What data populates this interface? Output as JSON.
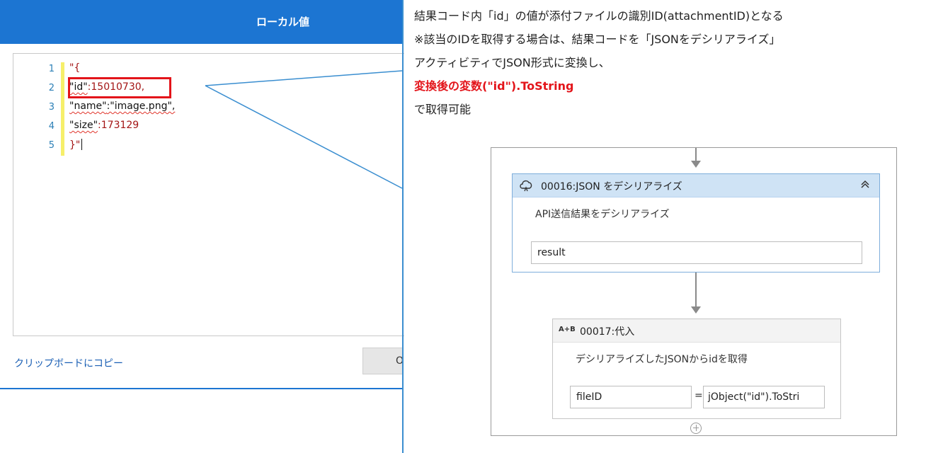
{
  "dialog": {
    "title": "ローカル値",
    "code_lines": [
      {
        "num": "1",
        "text": "\"{"
      },
      {
        "num": "2",
        "key": "\"id\"",
        "rest": ":15010730,"
      },
      {
        "num": "3",
        "key": "\"name\"",
        "rest": ":\"image.png\","
      },
      {
        "num": "4",
        "key": "\"size\"",
        "rest": ":173129"
      },
      {
        "num": "5",
        "text": "}\""
      }
    ],
    "copy_link": "クリップボードにコピー",
    "button_label": "OK"
  },
  "notes": {
    "line1": "結果コード内「id」の値が添付ファイルの識別ID(attachmentID)となる",
    "line2": "※該当のIDを取得する場合は、結果コードを「JSONをデシリアライズ」",
    "line3": "アクティビティでJSON形式に変換し、",
    "line4": "変換後の変数(\"id\").ToString",
    "line5": "で取得可能"
  },
  "workflow": {
    "activity1": {
      "title": "00016:JSON をデシリアライズ",
      "description": "API送信結果をデシリアライズ",
      "field": "result",
      "collapse_icon": "double-chevron-up-icon"
    },
    "activity2": {
      "badge": "A+B",
      "title": "00017:代入",
      "description": "デシリアライズしたJSONからidを取得",
      "left_field": "fileID",
      "equals": "=",
      "right_field": "jObject(\"id\").ToStri"
    }
  },
  "colors": {
    "titlebar": "#1c75d2",
    "highlight": "#e3141a",
    "callout_line": "#3a8ed0",
    "activity_header": "#cfe3f5"
  }
}
